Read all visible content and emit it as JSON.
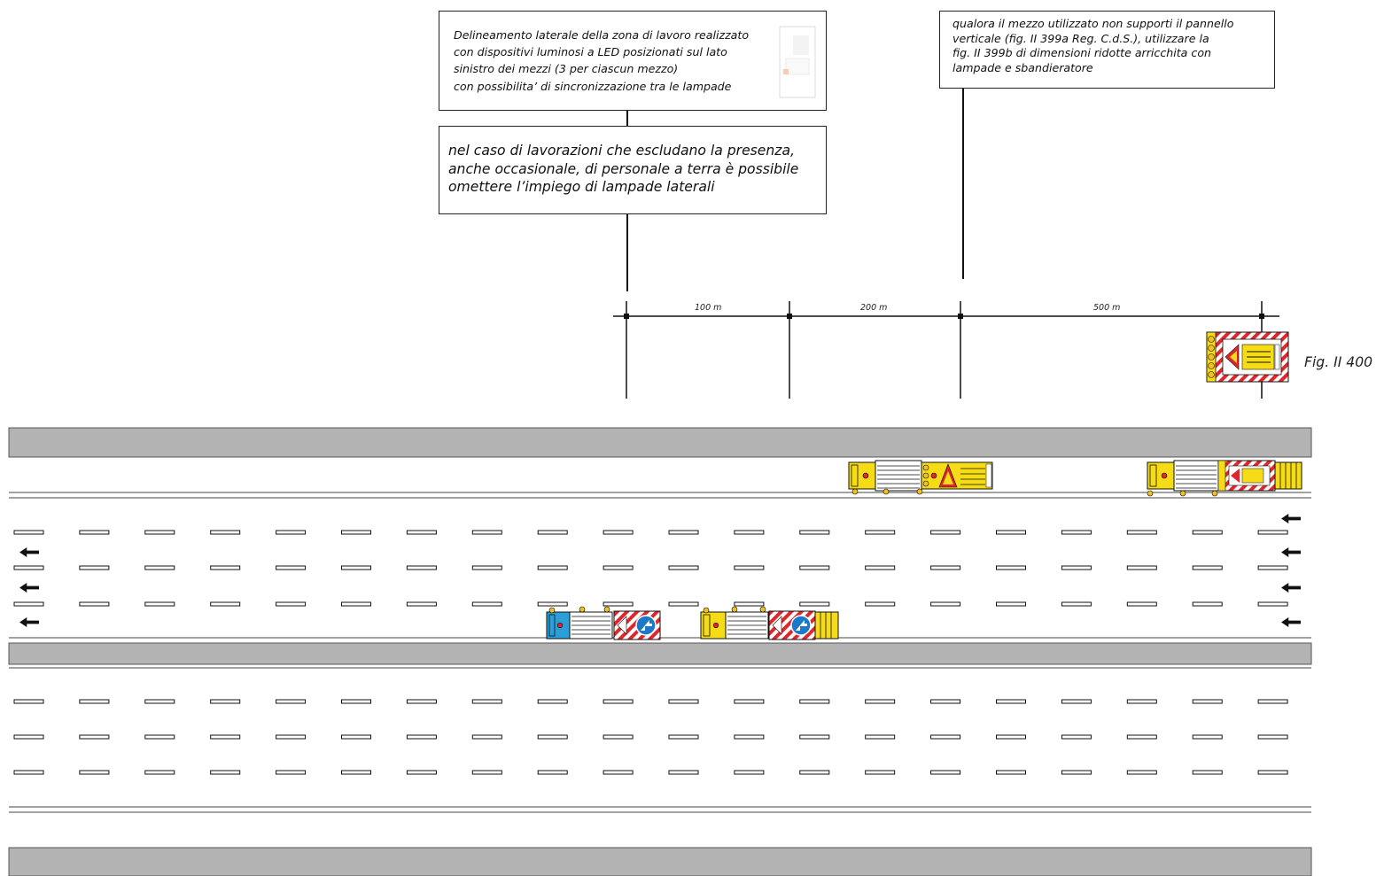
{
  "notes": {
    "note1": {
      "lines": [
        "Delineamento laterale della zona di lavoro realizzato",
        "con dispositivi luminosi a LED posizionati sul lato",
        "sinistro dei mezzi (3 per ciascun mezzo)",
        "con possibilita’ di sincronizzazione tra le lampade"
      ]
    },
    "note2": {
      "lines": [
        "nel caso di lavorazioni che escludano la presenza,",
        "anche occasionale, di personale a terra è possibile",
        "omettere l’impiego di lampade laterali"
      ]
    },
    "note3": {
      "lines": [
        "qualora il mezzo utilizzato non supporti il pannello",
        "verticale (fig. II 399a Reg. C.d.S.), utilizzare la",
        "fig. II 399b di dimensioni ridotte arricchita con",
        "lampade e sbandieratore"
      ]
    }
  },
  "distances": [
    "100 m",
    "200 m",
    "500 m"
  ],
  "figure_label": "Fig. II 400",
  "colors": {
    "shoulder": "#b3b3b3",
    "vehicle_yellow": "#f5dc16",
    "vehicle_blue": "#2a9fd8",
    "sign_red": "#e0262b",
    "sign_blue": "#1a79c8",
    "lamp_orange": "#f0a020"
  },
  "icons": {
    "direction_arrow": "left-arrow-icon",
    "vehicle_panel": "roadwork-vehicle-icon"
  }
}
